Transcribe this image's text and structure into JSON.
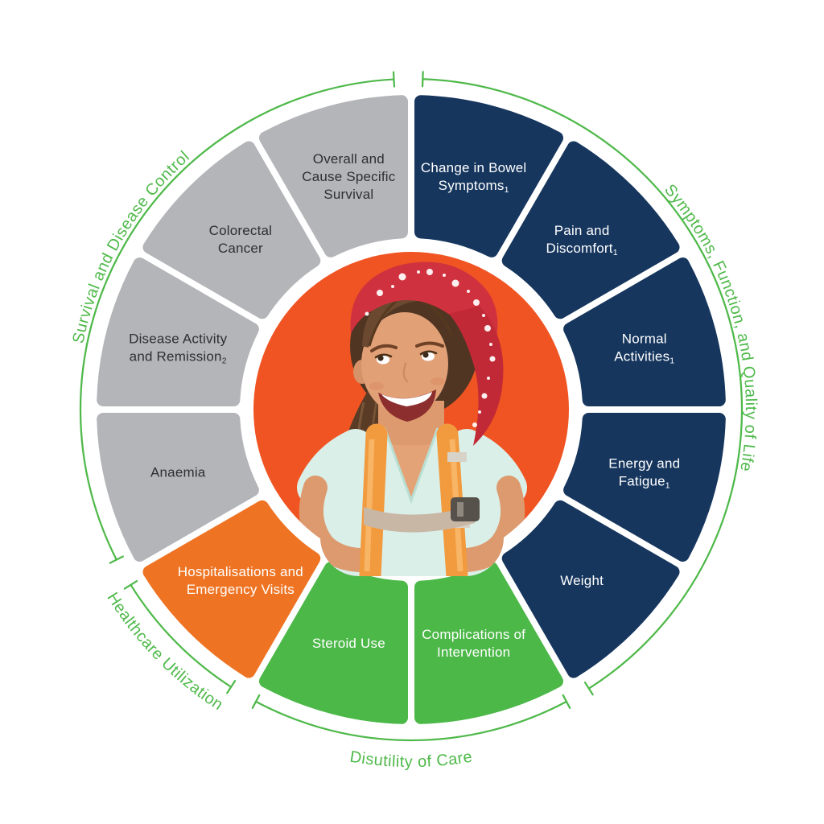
{
  "wheel": {
    "center_image": "smiling-woman-hiker-photo",
    "colors": {
      "navy": "#16365e",
      "green": "#4cb848",
      "orange": "#ee7423",
      "gray": "#b3b5b9",
      "center_orange": "#f05423",
      "arc_green": "#4fb94a",
      "text_on_dark": "#ffffff",
      "text_on_gray": "#2f2f31",
      "background": "#ffffff"
    },
    "segments": [
      {
        "id": "change-in-bowel-symptoms",
        "label": "Change in Bowel Symptoms",
        "lines": [
          "Change in Bowel",
          "Symptoms"
        ],
        "sub": "1",
        "color": "navy",
        "start": 0,
        "end": 30
      },
      {
        "id": "pain-and-discomfort",
        "label": "Pain and Discomfort",
        "lines": [
          "Pain and",
          "Discomfort"
        ],
        "sub": "1",
        "color": "navy",
        "start": 30,
        "end": 60
      },
      {
        "id": "normal-activities",
        "label": "Normal Activities",
        "lines": [
          "Normal",
          "Activities"
        ],
        "sub": "1",
        "color": "navy",
        "start": 60,
        "end": 90
      },
      {
        "id": "energy-and-fatigue",
        "label": "Energy and Fatigue",
        "lines": [
          "Energy and",
          "Fatigue"
        ],
        "sub": "1",
        "color": "navy",
        "start": 90,
        "end": 120
      },
      {
        "id": "weight",
        "label": "Weight",
        "lines": [
          "Weight"
        ],
        "sub": "",
        "color": "navy",
        "start": 120,
        "end": 150
      },
      {
        "id": "complications-of-intervention",
        "label": "Complications of Intervention",
        "lines": [
          "Complications of",
          "Intervention"
        ],
        "sub": "",
        "color": "green",
        "start": 150,
        "end": 180
      },
      {
        "id": "steroid-use",
        "label": "Steroid Use",
        "lines": [
          "Steroid Use"
        ],
        "sub": "",
        "color": "green",
        "start": 180,
        "end": 210
      },
      {
        "id": "hospitalisations-and-emergency-visits",
        "label": "Hospitalisations and Emergency Visits",
        "lines": [
          "Hospitalisations and",
          "Emergency Visits"
        ],
        "sub": "",
        "color": "orange",
        "start": 210,
        "end": 240
      },
      {
        "id": "anaemia",
        "label": "Anaemia",
        "lines": [
          "Anaemia"
        ],
        "sub": "",
        "color": "gray",
        "start": 240,
        "end": 270
      },
      {
        "id": "disease-activity-and-remission",
        "label": "Disease Activity and Remission",
        "lines": [
          "Disease Activity",
          "and Remission"
        ],
        "sub": "2",
        "color": "gray",
        "start": 270,
        "end": 300
      },
      {
        "id": "colorectal-cancer",
        "label": "Colorectal Cancer",
        "lines": [
          "Colorectal",
          "Cancer"
        ],
        "sub": "",
        "color": "gray",
        "start": 300,
        "end": 330
      },
      {
        "id": "overall-and-cause-specific-survival",
        "label": "Overall and Cause Specific Survival",
        "lines": [
          "Overall and",
          "Cause Specific",
          "Survival"
        ],
        "sub": "",
        "color": "gray",
        "start": 330,
        "end": 360
      }
    ],
    "groups": [
      {
        "id": "symptoms-function-and-quality-of-life",
        "label": "Symptoms, Function, and Quality of Life",
        "start": 2,
        "end": 147.5,
        "side": "top"
      },
      {
        "id": "disutility-of-care",
        "label": "Disutility of Care",
        "start": 152,
        "end": 208,
        "side": "bottom"
      },
      {
        "id": "healthcare-utilization",
        "label": "Healthcare Utilization",
        "start": 213,
        "end": 238,
        "side": "bottom"
      },
      {
        "id": "survival-and-disease-control",
        "label": "Survival and Disease Control",
        "start": 243,
        "end": 357,
        "side": "top"
      }
    ]
  }
}
